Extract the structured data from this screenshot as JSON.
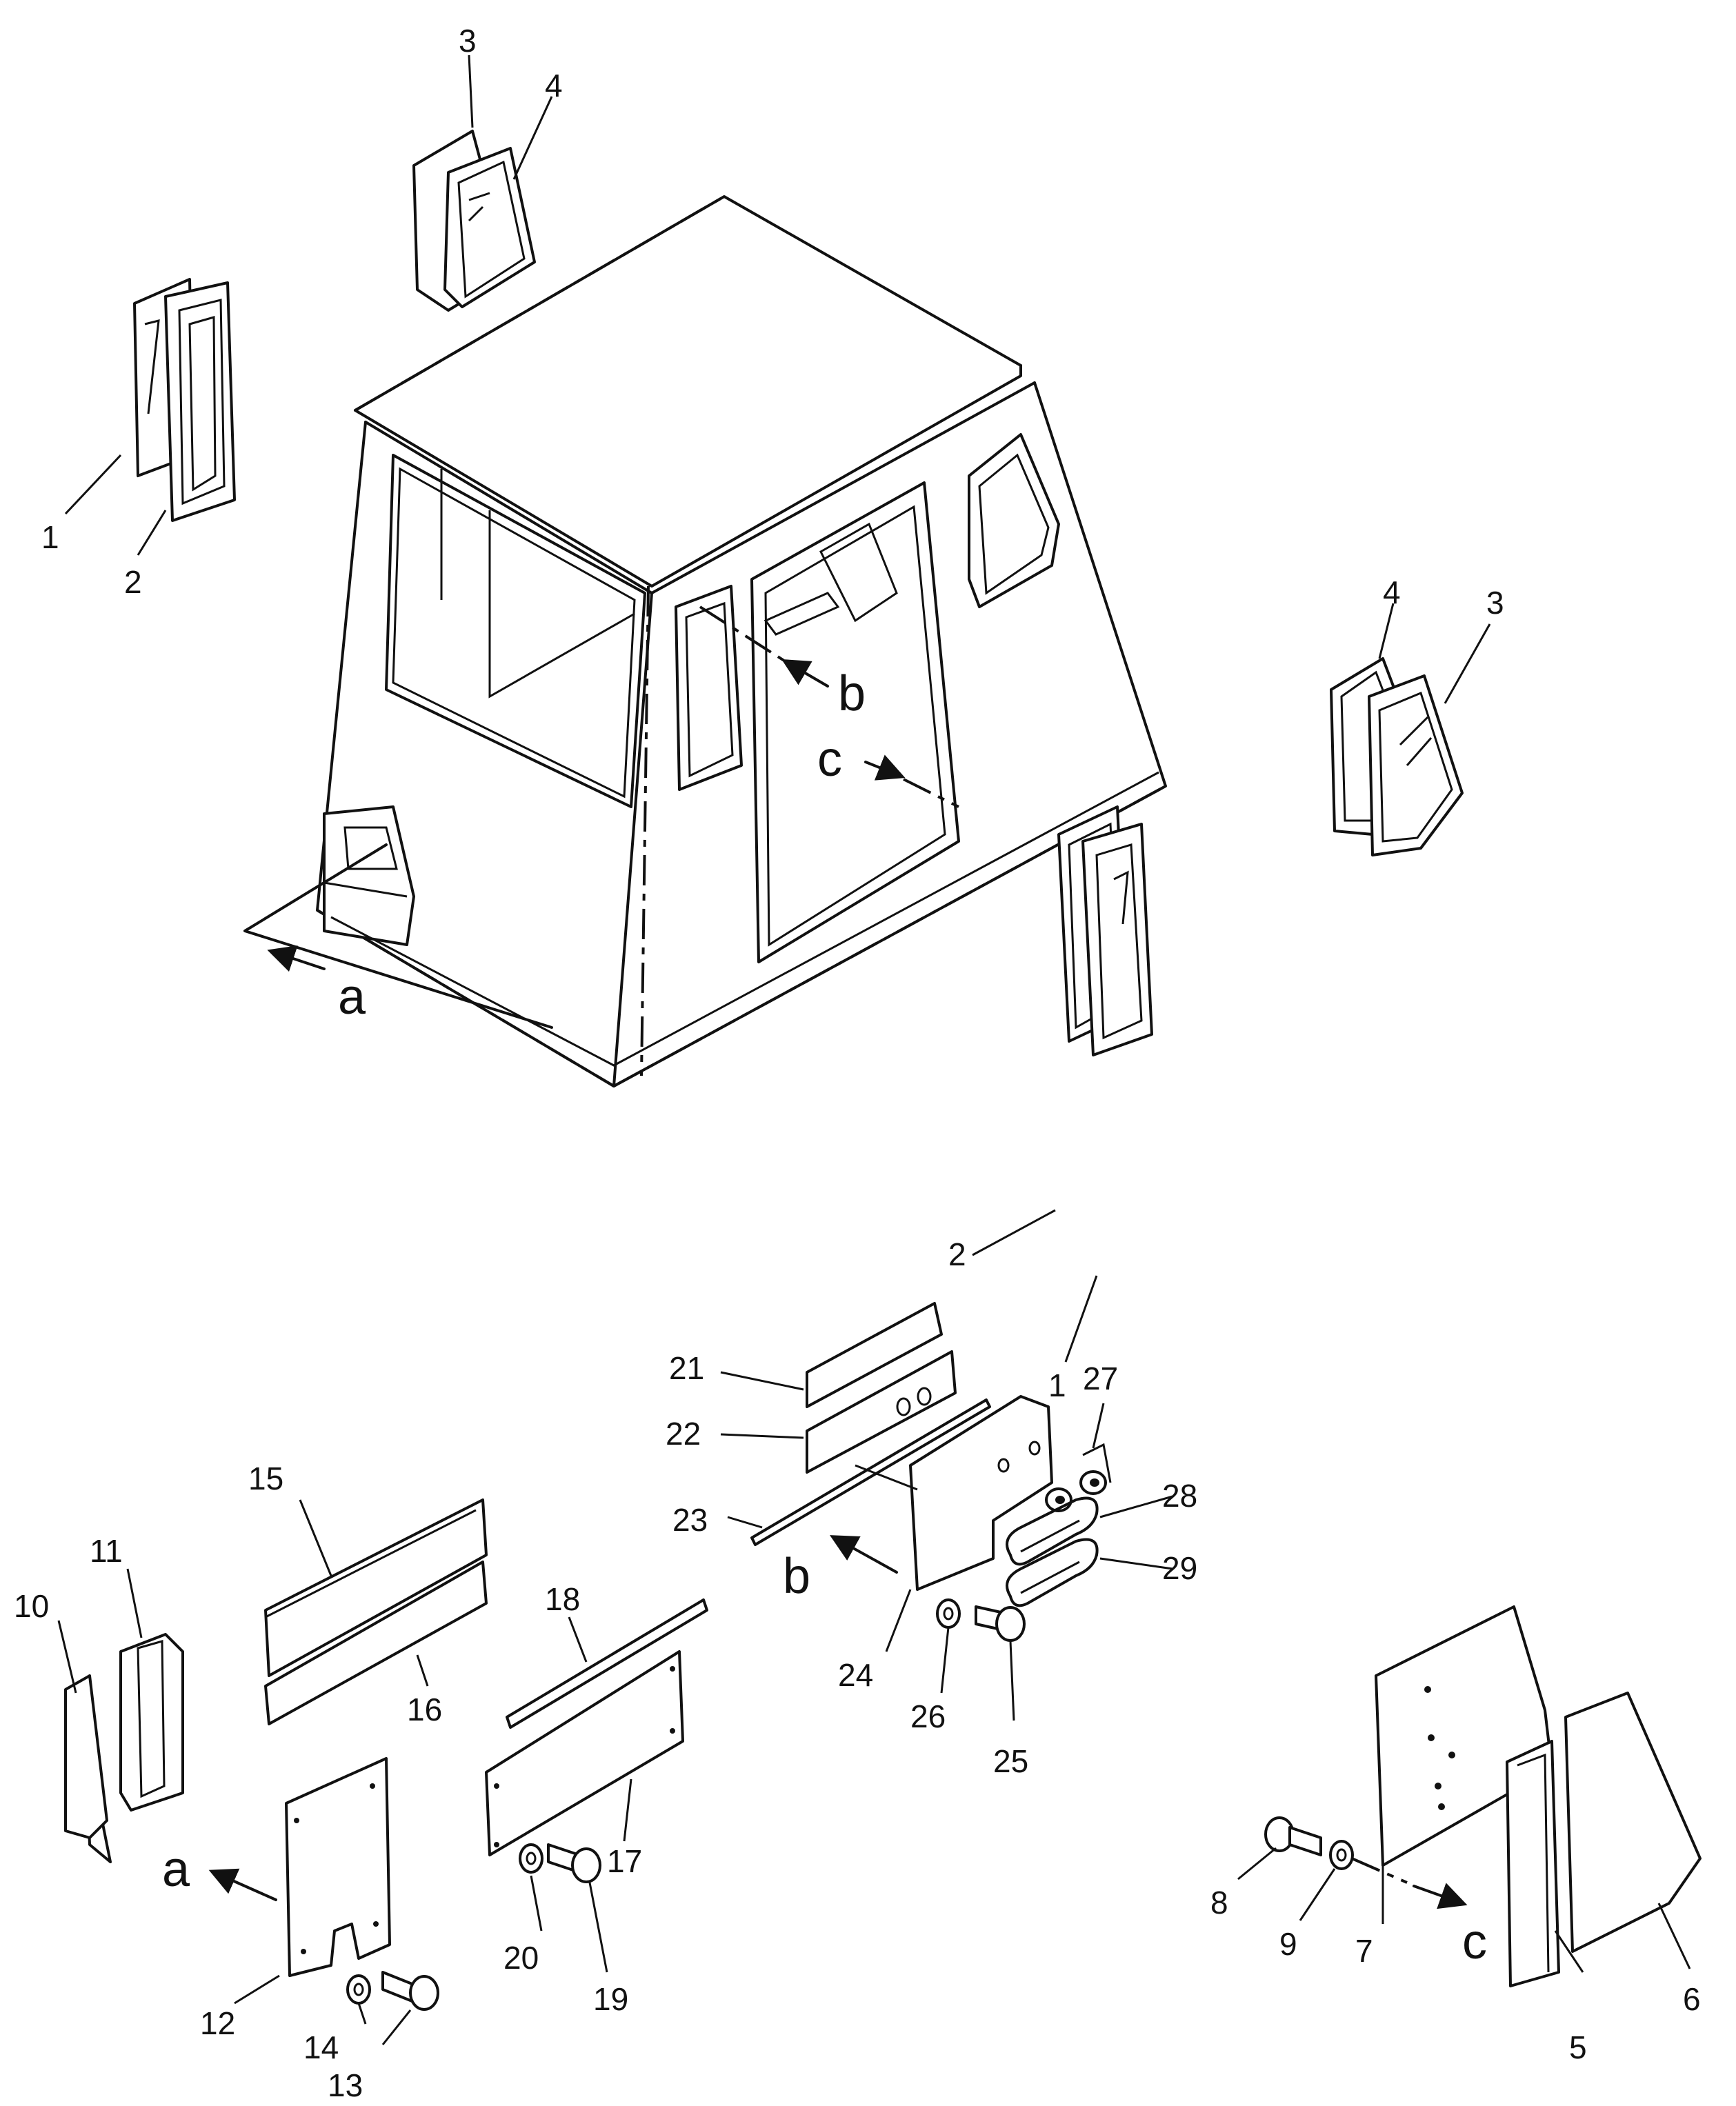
{
  "labels": {
    "n1": "1",
    "n2": "2",
    "n3": "3",
    "n4": "4",
    "n5": "5",
    "n6": "6",
    "n7": "7",
    "n8": "8",
    "n9": "9",
    "n10": "10",
    "n11": "11",
    "n12": "12",
    "n13": "13",
    "n14": "14",
    "n15": "15",
    "n16": "16",
    "n17": "17",
    "n18": "18",
    "n19": "19",
    "n20": "20",
    "n21": "21",
    "n22": "22",
    "n23": "23",
    "n24": "24",
    "n25": "25",
    "n26": "26",
    "n27": "27",
    "n28": "28",
    "n29": "29"
  },
  "views": {
    "a": "a",
    "b": "b",
    "c": "c"
  }
}
